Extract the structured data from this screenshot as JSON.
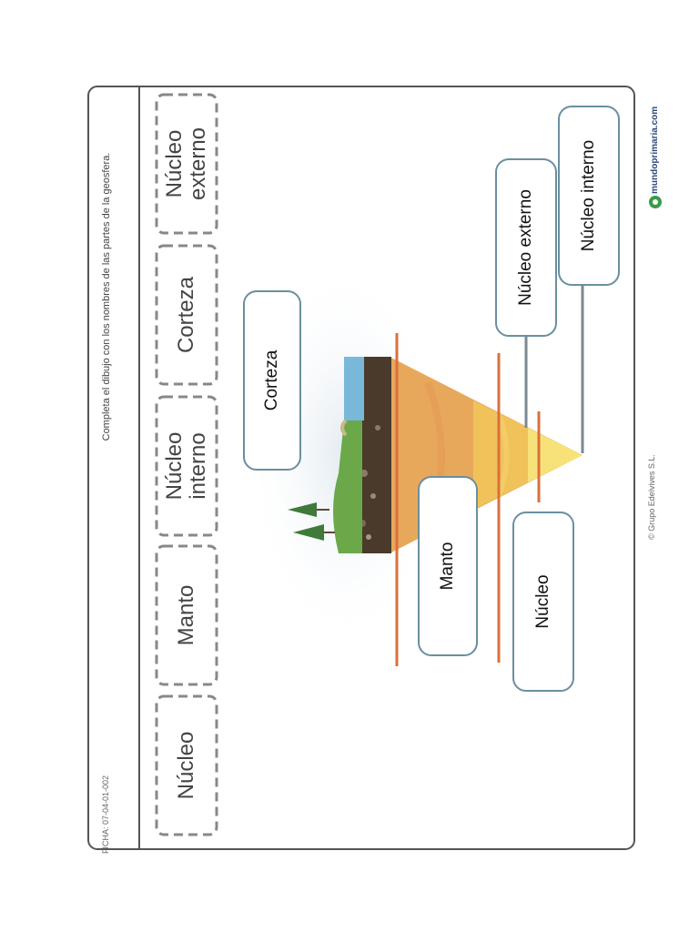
{
  "instructions": "Completa el dibujo con los nombres de las partes de la geosfera.",
  "word_bank": [
    "Núcleo",
    "Manto",
    "Núcleo interno",
    "Corteza",
    "Núcleo externo"
  ],
  "answers": {
    "corteza": "Corteza",
    "manto": "Manto",
    "nucleo": "Núcleo",
    "nucleo_externo": "Núcleo externo",
    "nucleo_interno": "Núcleo interno"
  },
  "footer": {
    "code": "FICHA: 07-04-01-002",
    "copyright": "© Grupo Edelvives S.L.",
    "brand": "mundoprimaria.com"
  },
  "colors": {
    "border": "#555555",
    "word_box_border": "#888888",
    "answer_box_border": "#6a8fa0",
    "indicator_line": "#d9703c",
    "leader_line": "#7a8a90"
  }
}
